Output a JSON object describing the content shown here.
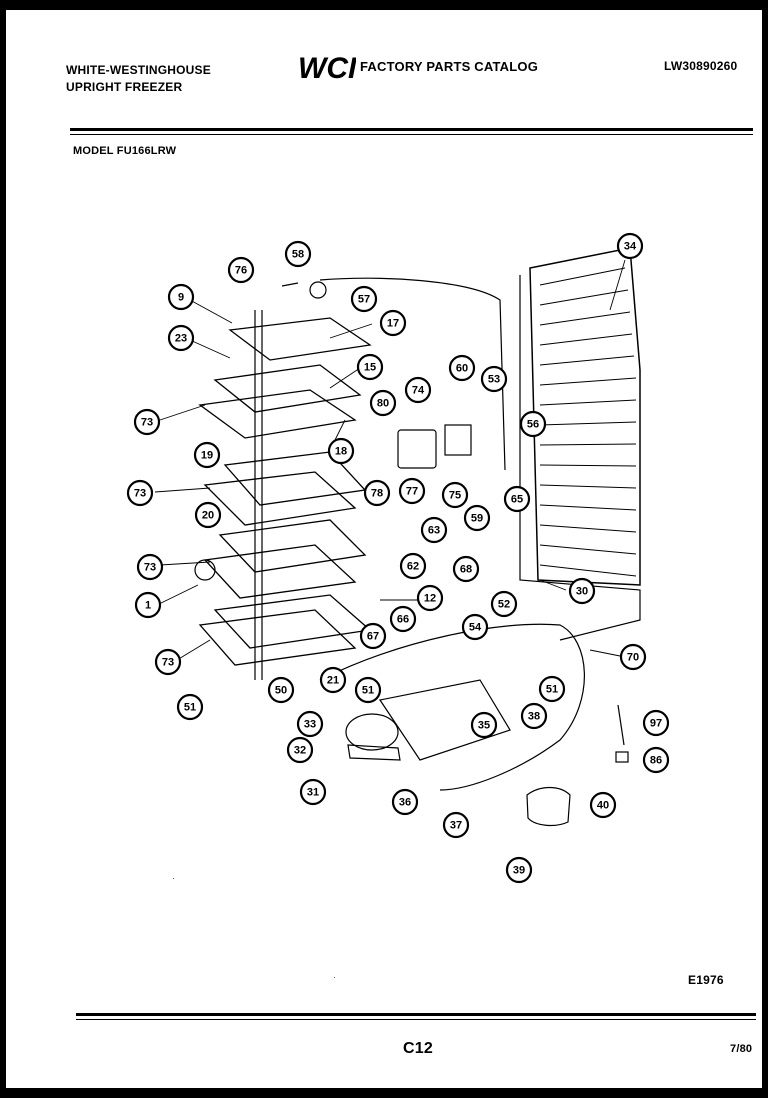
{
  "header": {
    "brand_line1": "WHITE-WESTINGHOUSE",
    "brand_line2": "UPRIGHT FREEZER",
    "logo_text": "WCI",
    "catalog_title": "FACTORY PARTS CATALOG",
    "catalog_number": "LW30890260"
  },
  "model_label": "MODEL FU166LRW",
  "diagram": {
    "code": "E1976",
    "callouts": [
      "58",
      "76",
      "9",
      "57",
      "17",
      "23",
      "15",
      "73",
      "60",
      "74",
      "80",
      "53",
      "56",
      "18",
      "19",
      "73",
      "78",
      "77",
      "75",
      "65",
      "59",
      "63",
      "20",
      "62",
      "73",
      "68",
      "30",
      "1",
      "12",
      "52",
      "66",
      "54",
      "67",
      "70",
      "73",
      "51",
      "21",
      "50",
      "51",
      "51",
      "33",
      "35",
      "38",
      "97",
      "32",
      "86",
      "31",
      "36",
      "37",
      "40",
      "39",
      "34"
    ]
  },
  "footer": {
    "page": "C12",
    "date": "7/80"
  }
}
